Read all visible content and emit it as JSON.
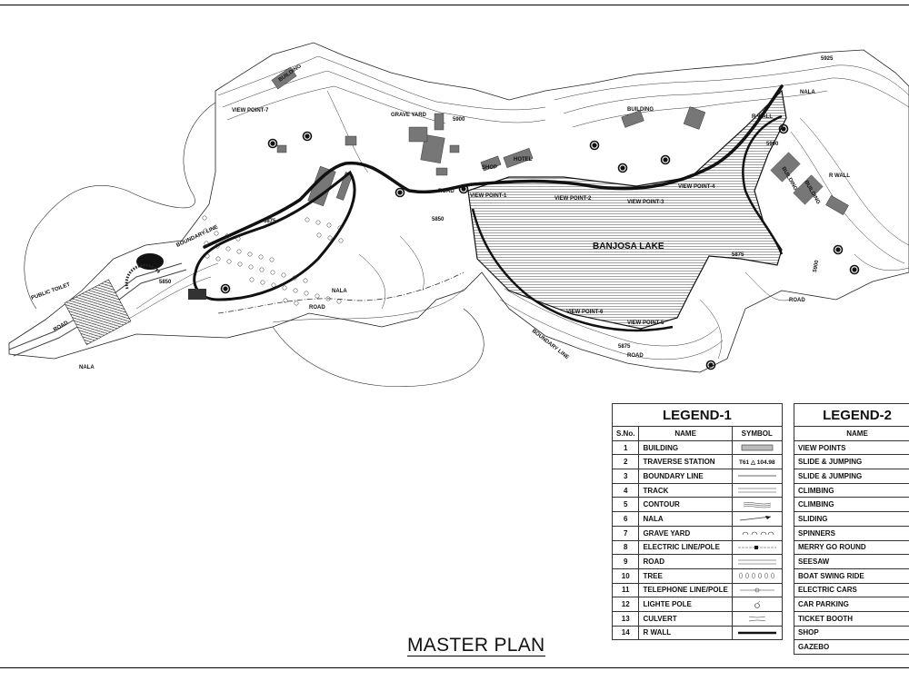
{
  "title": "MASTER PLAN",
  "lake_label": "BANJOSA LAKE",
  "map_labels": {
    "view_points": [
      "VIEW POINT-1",
      "VIEW POINT-2",
      "VIEW POINT-3",
      "VIEW POINT-4",
      "VIEW POINT-5",
      "VIEW POINT-6",
      "VIEW POINT-7"
    ],
    "roads": [
      "ROAD",
      "ROAD",
      "ROAD",
      "ROAD",
      "ROAD"
    ],
    "nalas": [
      "NALA",
      "NALA",
      "NALA"
    ],
    "boundary": [
      "BOUNDARY LINE",
      "BOUNDARY LINE"
    ],
    "contours": [
      "5900",
      "5900",
      "5900",
      "5875",
      "5875",
      "5875",
      "5850",
      "5850",
      "5925"
    ],
    "features": [
      "GRAVE YARD",
      "SHOP",
      "HOTEL",
      "BUILDING",
      "BUILDING",
      "BUILDING",
      "BUILDING",
      "R WALL",
      "R WALL",
      "PUBLIC TOILET"
    ]
  },
  "legend1": {
    "title": "LEGEND-1",
    "headers": {
      "sno": "S.No.",
      "name": "NAME",
      "symbol": "SYMBOL"
    },
    "rows": [
      {
        "sno": "1",
        "name": "BUILDING",
        "symbol": "hatch-box"
      },
      {
        "sno": "2",
        "name": "TRAVERSE STATION",
        "symbol": "traverse",
        "symbol_text": "T61",
        "symbol_value": "104.98"
      },
      {
        "sno": "3",
        "name": "BOUNDARY LINE",
        "symbol": "thin-line"
      },
      {
        "sno": "4",
        "name": "TRACK",
        "symbol": "double-line"
      },
      {
        "sno": "5",
        "name": "CONTOUR",
        "symbol": "contour-lines"
      },
      {
        "sno": "6",
        "name": "NALA",
        "symbol": "nala-arrow"
      },
      {
        "sno": "7",
        "name": "GRAVE YARD",
        "symbol": "grave-arcs"
      },
      {
        "sno": "8",
        "name": "ELECTRIC LINE/POLE",
        "symbol": "electric-pole"
      },
      {
        "sno": "9",
        "name": "ROAD",
        "symbol": "double-line"
      },
      {
        "sno": "10",
        "name": "TREE",
        "symbol": "trees"
      },
      {
        "sno": "11",
        "name": "TELEPHONE LINE/POLE",
        "symbol": "telephone-pole"
      },
      {
        "sno": "12",
        "name": "LIGHTE POLE",
        "symbol": "light-pole"
      },
      {
        "sno": "13",
        "name": "CULVERT",
        "symbol": "culvert"
      },
      {
        "sno": "14",
        "name": "R WALL",
        "symbol": "thick-line"
      }
    ]
  },
  "legend2": {
    "title": "LEGEND-2",
    "headers": {
      "name": "NAME"
    },
    "rows": [
      "VIEW POINTS",
      "SLIDE & JUMPING",
      "SLIDE & JUMPING",
      "CLIMBING",
      "CLIMBING",
      "SLIDING",
      "SPINNERS",
      "MERRY GO ROUND",
      "SEESAW",
      "BOAT SWING RIDE",
      "ELECTRIC CARS",
      "CAR PARKING",
      "TICKET BOOTH",
      "SHOP",
      "GAZEBO"
    ]
  }
}
